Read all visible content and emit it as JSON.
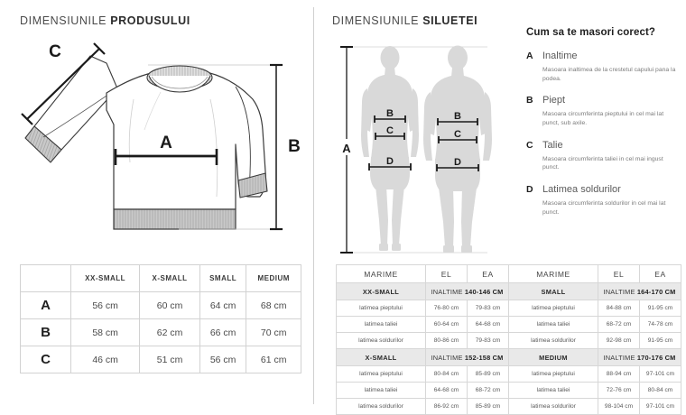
{
  "left_panel": {
    "title_light": "DIMENSIUNILE ",
    "title_bold": "PRODUSULUI",
    "diagram": {
      "label_a": "A",
      "label_b": "B",
      "label_c": "C"
    },
    "table": {
      "corner_header": "",
      "headers": [
        "XX-SMALL",
        "X-SMALL",
        "SMALL",
        "MEDIUM"
      ],
      "rows": [
        {
          "label": "A",
          "values": [
            "56 cm",
            "60 cm",
            "64 cm",
            "68 cm"
          ]
        },
        {
          "label": "B",
          "values": [
            "58 cm",
            "62 cm",
            "66 cm",
            "70 cm"
          ]
        },
        {
          "label": "C",
          "values": [
            "46 cm",
            "51 cm",
            "56 cm",
            "61 cm"
          ]
        }
      ]
    }
  },
  "right_panel": {
    "title_light": "DIMENSIUNILE ",
    "title_bold": "SILUETEI",
    "diagram": {
      "label_a": "A",
      "female": {
        "b": "B",
        "c": "C",
        "d": "D"
      },
      "male": {
        "b": "B",
        "c": "C",
        "d": "D"
      }
    },
    "howto": {
      "heading": "Cum sa te masori corect?",
      "items": [
        {
          "letter": "A",
          "name": "Inaltime",
          "desc": "Masoara inaltimea de la crestetul capului pana la podea."
        },
        {
          "letter": "B",
          "name": "Piept",
          "desc": "Masoara circumferinta pieptului in cel mai lat punct, sub axile."
        },
        {
          "letter": "C",
          "name": "Talie",
          "desc": "Masoara circumferinta taliei in cel mai ingust punct."
        },
        {
          "letter": "D",
          "name": "Latimea soldurilor",
          "desc": "Masoara circumferinta soldurilor in cel mai lat punct."
        }
      ]
    },
    "table": {
      "headers": [
        "MARIME",
        "EL",
        "EA",
        "MARIME",
        "EL",
        "EA"
      ],
      "blocks": [
        {
          "left": {
            "size": "XX-SMALL",
            "height_label": "INALTIME ",
            "height_value": "140-146 CM",
            "rows": [
              {
                "name": "latimea pieptului",
                "el": "76-80 cm",
                "ea": "79-83 cm"
              },
              {
                "name": "latimea taliei",
                "el": "60-64 cm",
                "ea": "64-68 cm"
              },
              {
                "name": "latimea soldurilor",
                "el": "80-86 cm",
                "ea": "79-83 cm"
              }
            ]
          },
          "right": {
            "size": "SMALL",
            "height_label": "INALTIME ",
            "height_value": "164-170 CM",
            "rows": [
              {
                "name": "latimea pieptului",
                "el": "84-88 cm",
                "ea": "91-95 cm"
              },
              {
                "name": "latimea taliei",
                "el": "68-72 cm",
                "ea": "74-78 cm"
              },
              {
                "name": "latimea soldurilor",
                "el": "92-98 cm",
                "ea": "91-95 cm"
              }
            ]
          }
        },
        {
          "left": {
            "size": "X-SMALL",
            "height_label": "INALTIME ",
            "height_value": "152-158 CM",
            "rows": [
              {
                "name": "latimea pieptului",
                "el": "80-84 cm",
                "ea": "85-89 cm"
              },
              {
                "name": "latimea taliei",
                "el": "64-68 cm",
                "ea": "68-72 cm"
              },
              {
                "name": "latimea soldurilor",
                "el": "86-92 cm",
                "ea": "85-89 cm"
              }
            ]
          },
          "right": {
            "size": "MEDIUM",
            "height_label": "INALTIME ",
            "height_value": "170-176 CM",
            "rows": [
              {
                "name": "latimea pieptului",
                "el": "88-94 cm",
                "ea": "97-101 cm"
              },
              {
                "name": "latimea taliei",
                "el": "72-76 cm",
                "ea": "80-84 cm"
              },
              {
                "name": "latimea soldurilor",
                "el": "98-104 cm",
                "ea": "97-101 cm"
              }
            ]
          }
        }
      ]
    }
  },
  "colors": {
    "silhouette_fill": "#d9d9d9",
    "band_background": "#e9e9e9",
    "border": "#d7d7d7",
    "text": "#4a4a4a",
    "heading": "#1f1f1f",
    "garment_stroke": "#3a3a3a",
    "rib_fill": "#c4c4c4"
  }
}
